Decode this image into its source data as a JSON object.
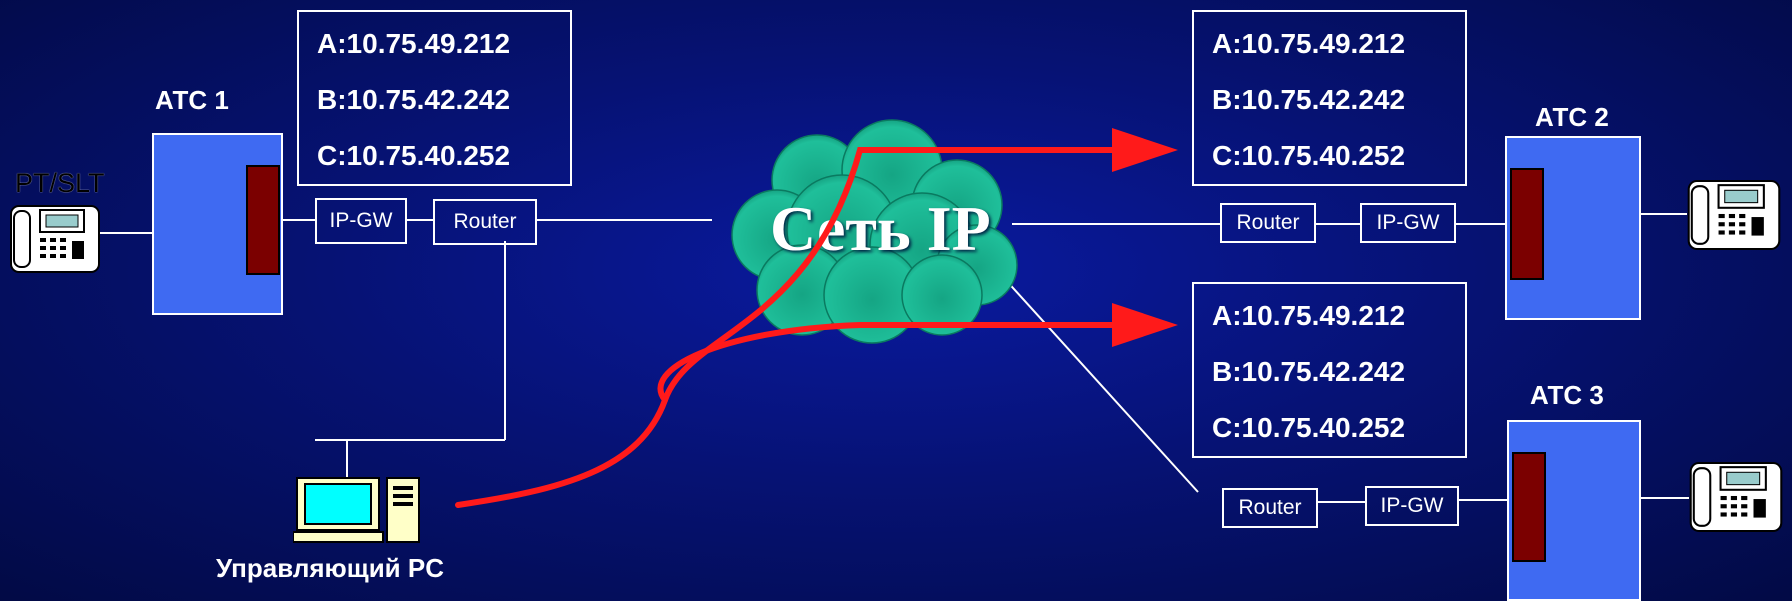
{
  "ip_boxes": [
    {
      "a": "A:10.75.49.212",
      "b": "B:10.75.42.242",
      "c": "C:10.75.40.252"
    },
    {
      "a": "A:10.75.49.212",
      "b": "B:10.75.42.242",
      "c": "C:10.75.40.252"
    },
    {
      "a": "A:10.75.49.212",
      "b": "B:10.75.42.242",
      "c": "C:10.75.40.252"
    }
  ],
  "atc": {
    "atc1": "АТС 1",
    "atc2": "АТС 2",
    "atc3": "АТС 3"
  },
  "devices": {
    "router": "Router",
    "ip_gw": "IP-GW",
    "phone_label": "PT/SLT",
    "control_pc": "Управляющий PC"
  },
  "network": {
    "label": "Сеть IP"
  },
  "colors": {
    "background": "#06127a",
    "atc_fill": "#3f6af2",
    "card": "#7b0000",
    "cloud": "#1fbf9a",
    "arrow": "#ff1a1a"
  }
}
